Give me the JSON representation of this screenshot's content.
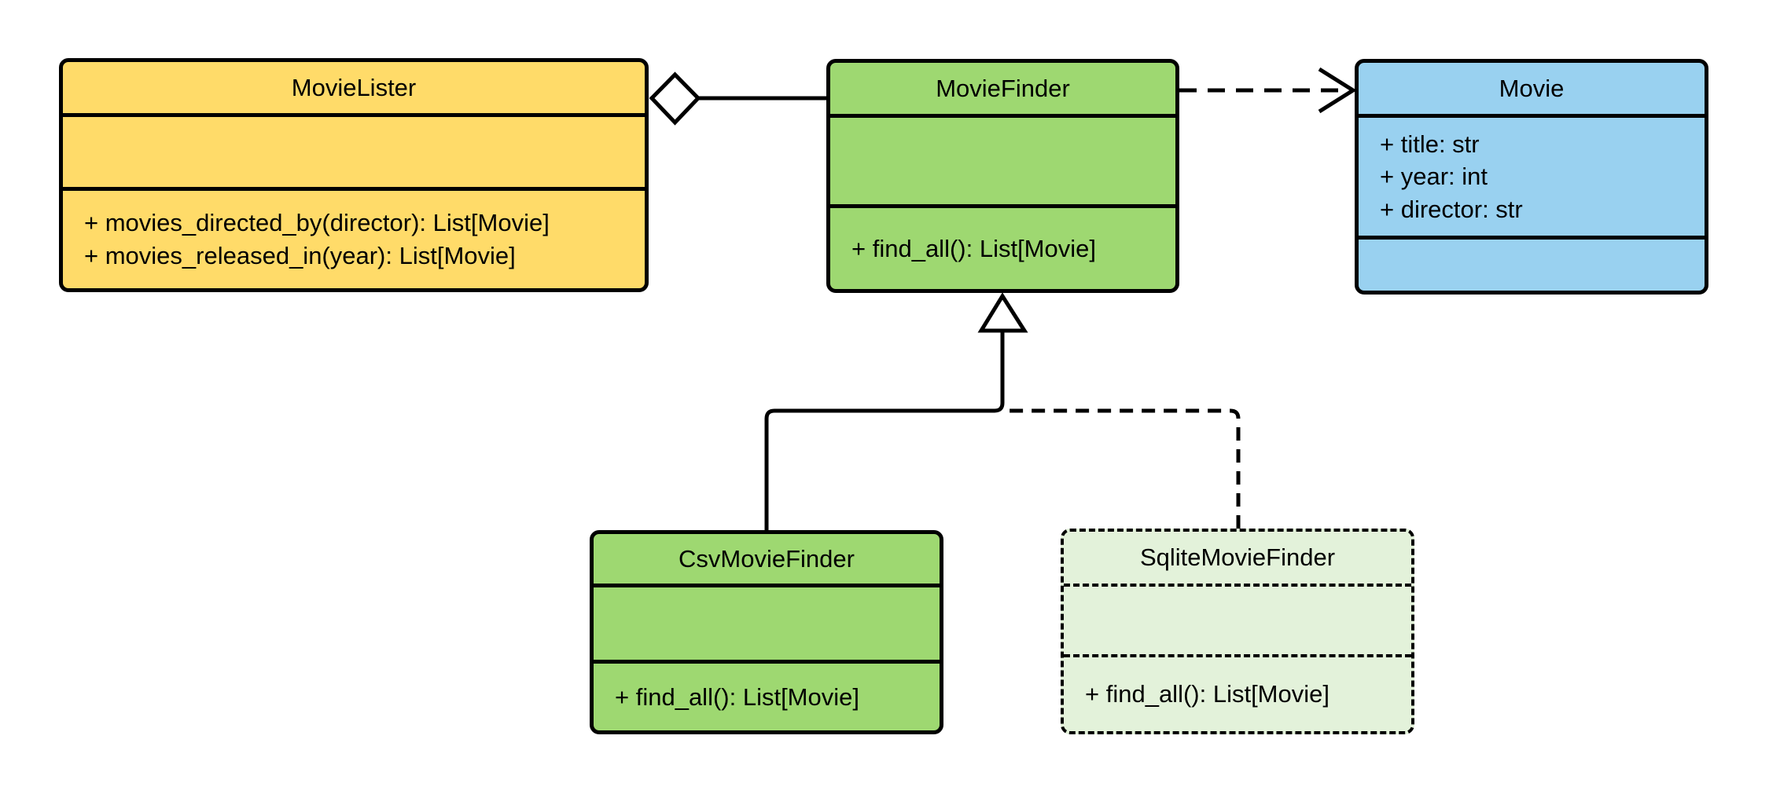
{
  "diagram": {
    "kind": "uml-class-diagram",
    "background": "#ffffff",
    "line_color": "#000000"
  },
  "classes": {
    "movieLister": {
      "name": "MovieLister",
      "attributes": [],
      "methods": [
        "+ movies_directed_by(director): List[Movie]",
        "+ movies_released_in(year): List[Movie]"
      ],
      "fill": "#FFDB69",
      "border": "solid"
    },
    "movieFinder": {
      "name": "MovieFinder",
      "attributes": [],
      "methods": [
        "+ find_all(): List[Movie]"
      ],
      "fill": "#9ED871",
      "border": "solid"
    },
    "movie": {
      "name": "Movie",
      "attributes": [
        "+ title: str",
        "+ year: int",
        "+ director: str"
      ],
      "methods": [],
      "fill": "#99D1F0",
      "border": "solid"
    },
    "csvMovieFinder": {
      "name": "CsvMovieFinder",
      "attributes": [],
      "methods": [
        "+ find_all(): List[Movie]"
      ],
      "fill": "#9ED871",
      "border": "solid"
    },
    "sqliteMovieFinder": {
      "name": "SqliteMovieFinder",
      "attributes": [],
      "methods": [
        "+ find_all(): List[Movie]"
      ],
      "fill": "#E3F2DA",
      "border": "dashed"
    }
  },
  "relationships": [
    {
      "type": "aggregation",
      "from": "MovieLister",
      "to": "MovieFinder",
      "line": "solid",
      "marker": "hollow-diamond"
    },
    {
      "type": "dependency",
      "from": "MovieFinder",
      "to": "Movie",
      "line": "dashed",
      "marker": "open-arrow"
    },
    {
      "type": "inheritance",
      "from": "CsvMovieFinder",
      "to": "MovieFinder",
      "line": "solid",
      "marker": "hollow-triangle"
    },
    {
      "type": "inheritance",
      "from": "SqliteMovieFinder",
      "to": "MovieFinder",
      "line": "dashed",
      "marker": "hollow-triangle"
    }
  ]
}
